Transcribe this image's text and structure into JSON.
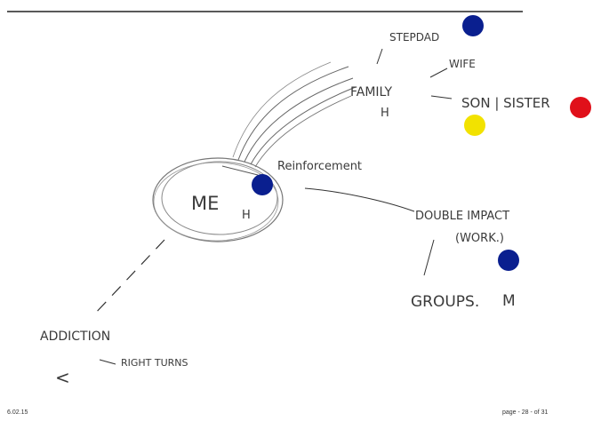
{
  "diagram": {
    "center": {
      "label": "ME",
      "sub": "H"
    },
    "nodes": {
      "stepdad": "STEPDAD",
      "wife": "WIFE",
      "family": "FAMILY",
      "family_sub": "H",
      "son_sister": "SON | SISTER",
      "reinforcement": "Reinforcement",
      "double_impact": "DOUBLE IMPACT",
      "work": "(WORK.)",
      "groups": "GROUPS.",
      "groups_sub": "M",
      "addiction": "ADDICTION",
      "right_turns": "RIGHT TURNS",
      "arrow": "<"
    },
    "dot_colors": {
      "blue": "#0a1f8f",
      "yellow": "#f2e200",
      "red": "#e0101a"
    }
  },
  "footer": {
    "date": "6.02.15",
    "page": "page - 28 - of 31"
  }
}
